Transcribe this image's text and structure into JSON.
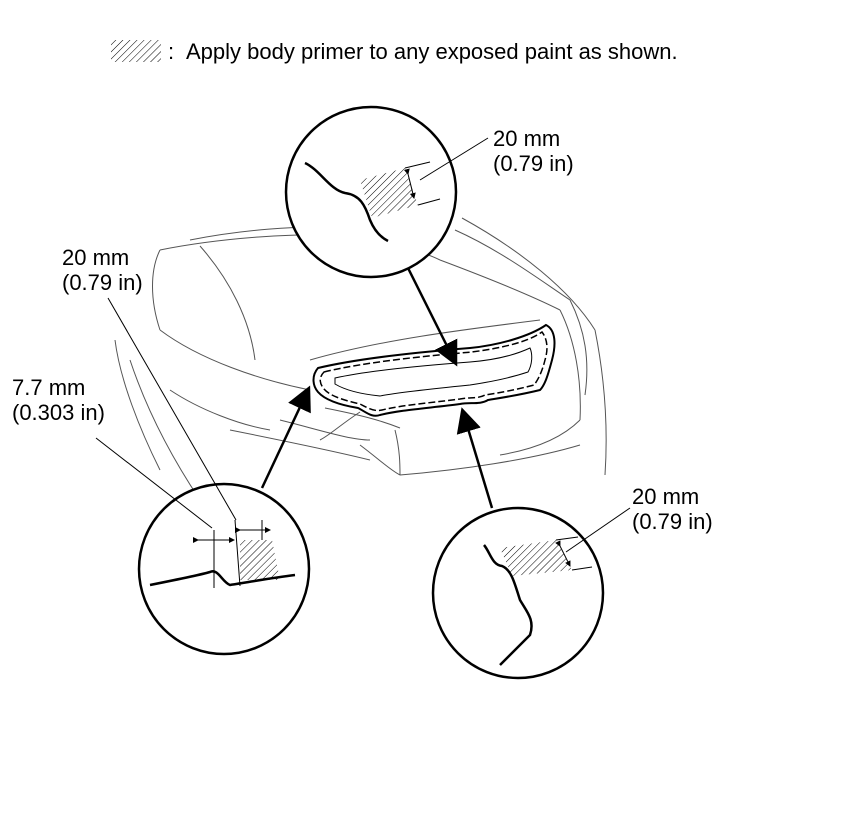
{
  "legend": {
    "separator": ":",
    "text": "Apply body primer to any exposed paint as shown.",
    "swatch_icon": "hatch-swatch-icon"
  },
  "callouts": {
    "top": {
      "metric": "20 mm",
      "imperial": "(0.79 in)"
    },
    "left_upper": {
      "metric": "20 mm",
      "imperial": "(0.79 in)"
    },
    "left_lower": {
      "metric": "7.7 mm",
      "imperial": "(0.303 in)"
    },
    "right": {
      "metric": "20 mm",
      "imperial": "(0.79 in)"
    }
  },
  "colors": {
    "line": "#000000",
    "light_line": "#555555",
    "background": "#ffffff"
  }
}
